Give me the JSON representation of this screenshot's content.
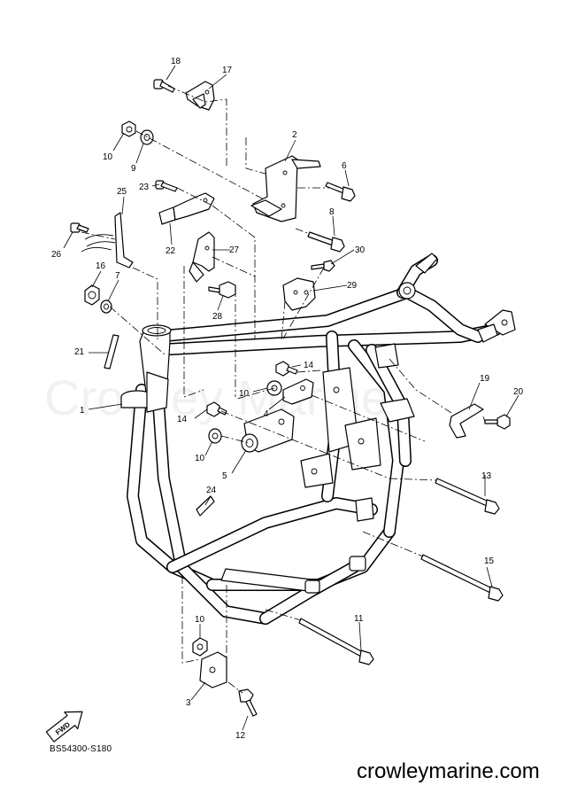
{
  "watermark": "Crowley Marine",
  "diagram_code": "BS54300-S180",
  "footer_url": "crowleymarine.com",
  "fwd_label": "FWD",
  "callouts": {
    "c1": "1",
    "c2": "2",
    "c3": "3",
    "c4": "4",
    "c5": "5",
    "c6": "6",
    "c7": "7",
    "c8": "8",
    "c9": "9",
    "c10a": "10",
    "c10b": "10",
    "c10c": "10",
    "c10d": "10",
    "c11": "11",
    "c12": "12",
    "c13": "13",
    "c14a": "14",
    "c14b": "14",
    "c15": "15",
    "c16": "16",
    "c17": "17",
    "c18": "18",
    "c19": "19",
    "c20": "20",
    "c21": "21",
    "c22": "22",
    "c23": "23",
    "c24": "24",
    "c25": "25",
    "c26": "26",
    "c27": "27",
    "c28": "28",
    "c29": "29",
    "c30": "30"
  }
}
